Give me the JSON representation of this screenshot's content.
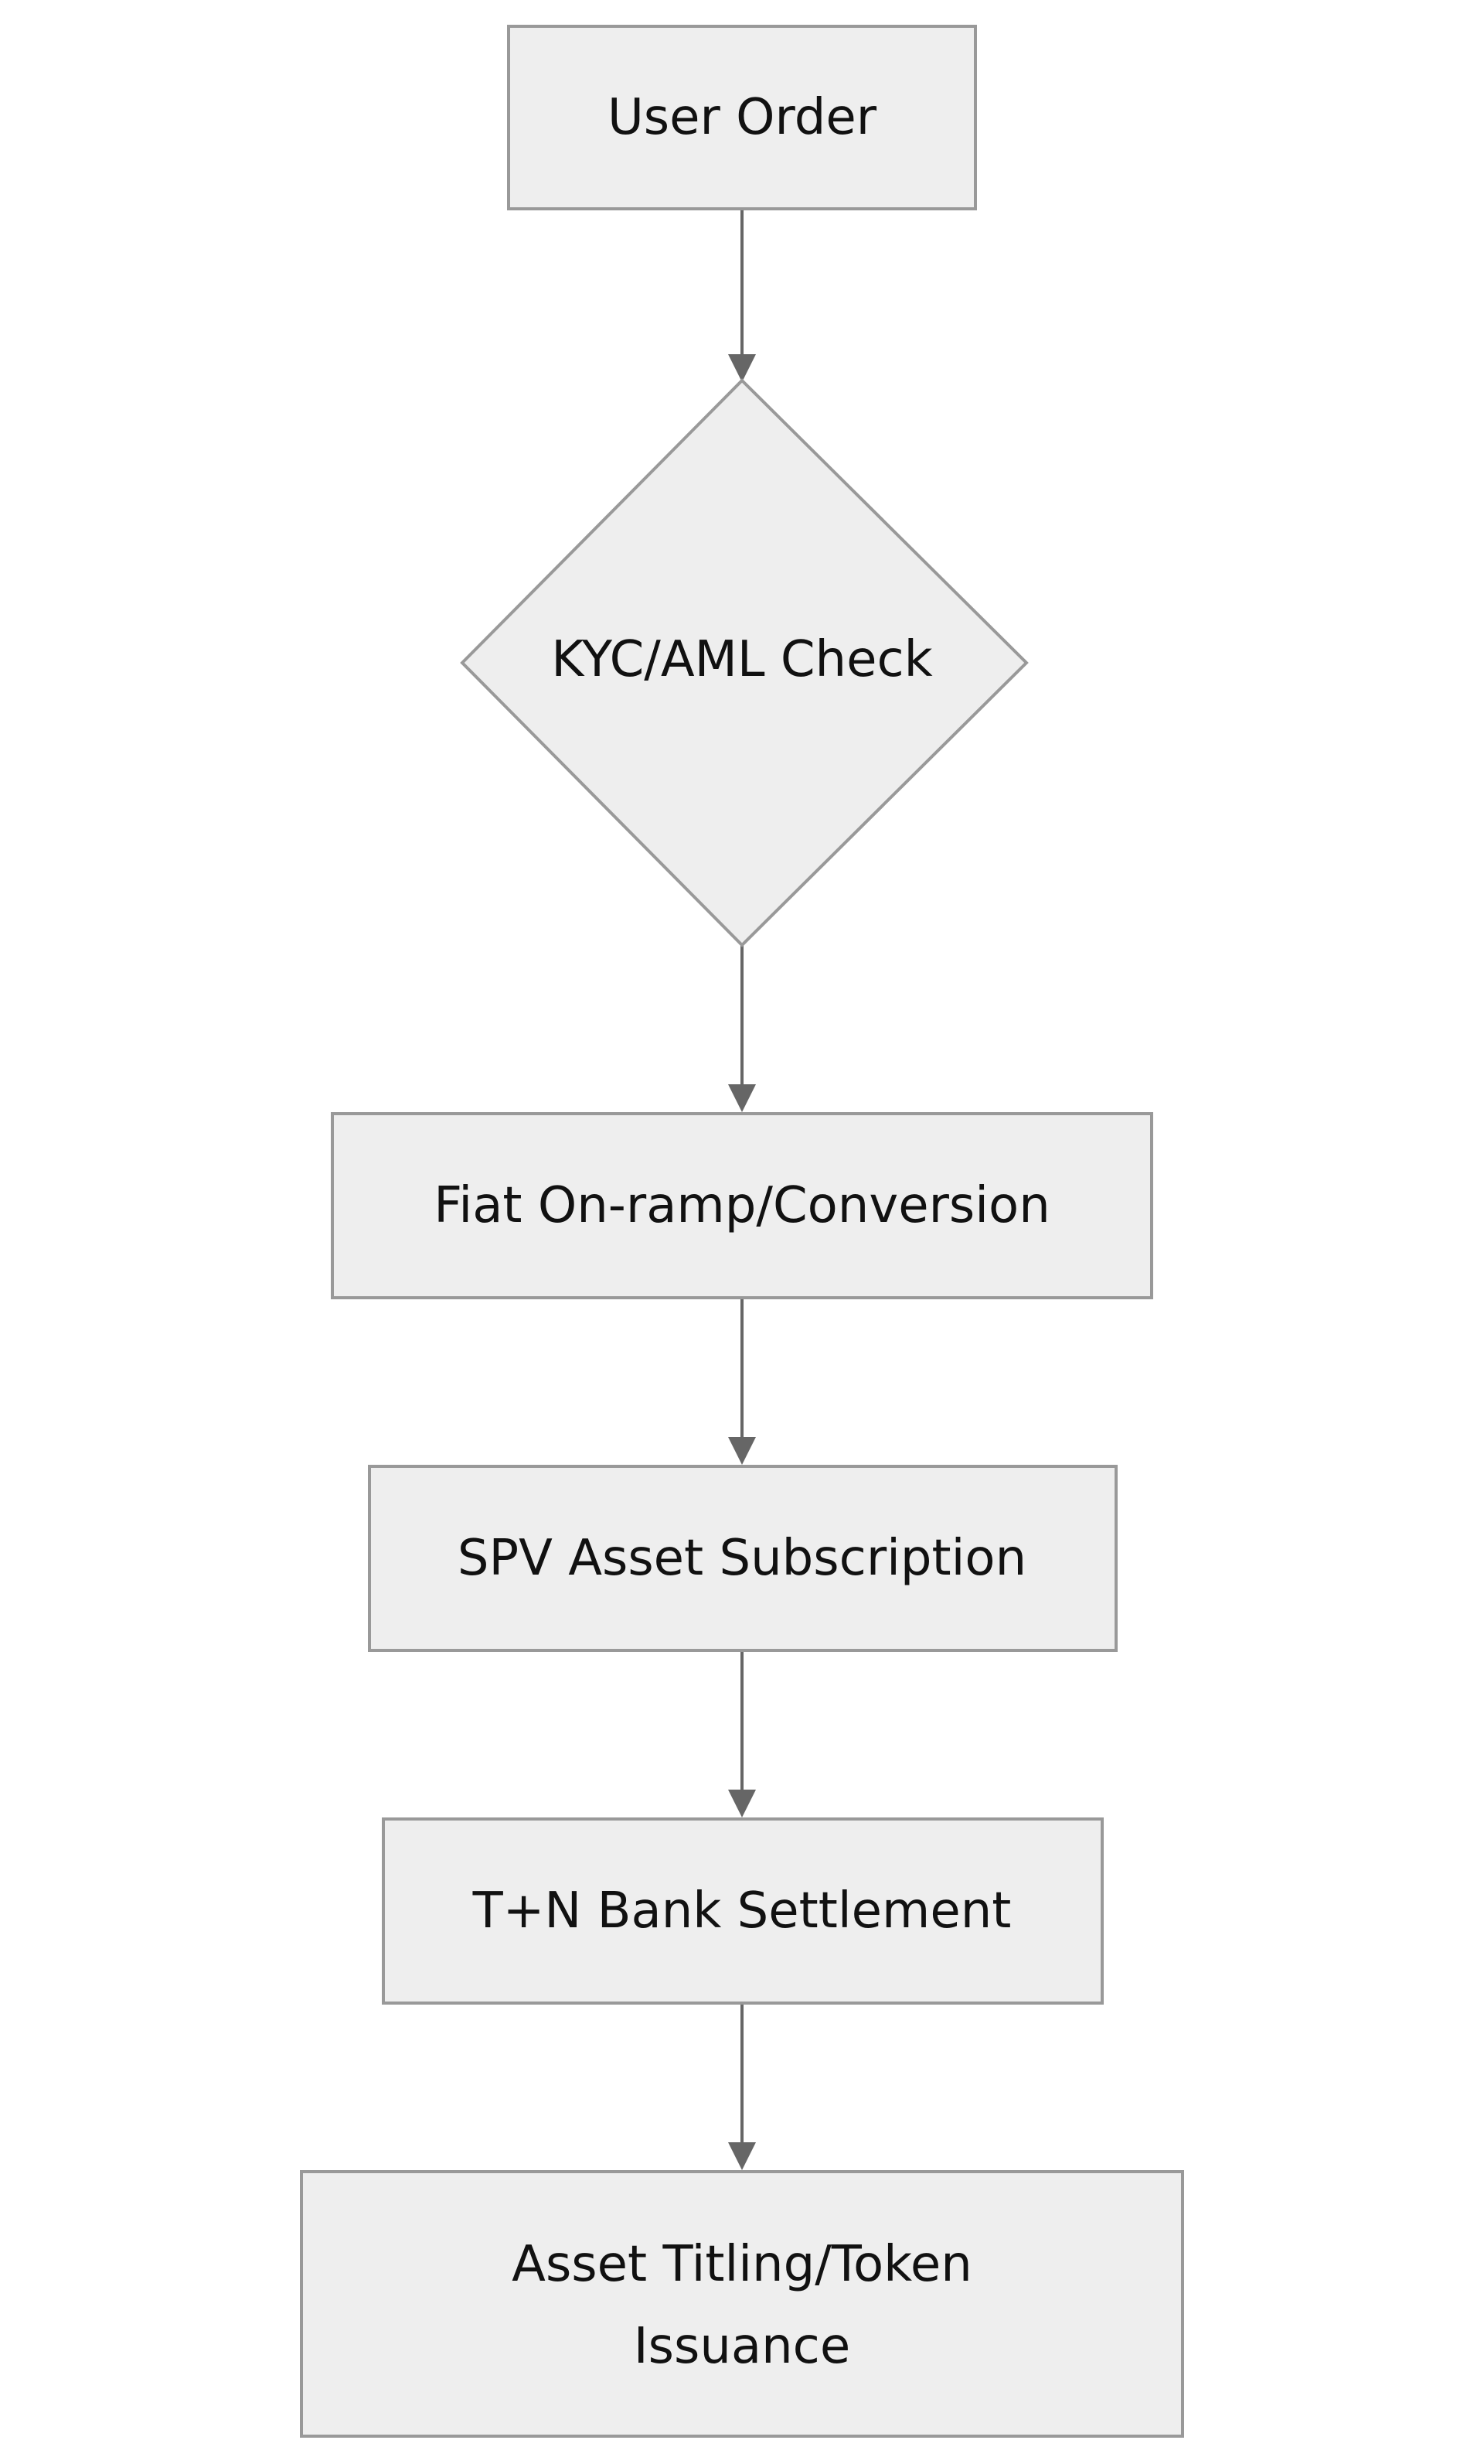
{
  "diagram": {
    "type": "flowchart",
    "direction": "top-to-bottom",
    "colors": {
      "node_fill": "#eeeeee",
      "node_stroke": "#999999",
      "edge": "#666666",
      "text": "#111111"
    },
    "nodes": [
      {
        "id": "user-order",
        "shape": "rect",
        "label": "User Order"
      },
      {
        "id": "kyc-aml-check",
        "shape": "diamond",
        "label": "KYC/AML Check"
      },
      {
        "id": "fiat-onramp",
        "shape": "rect",
        "label": "Fiat On-ramp/Conversion"
      },
      {
        "id": "spv-subscription",
        "shape": "rect",
        "label": "SPV Asset Subscription"
      },
      {
        "id": "bank-settlement",
        "shape": "rect",
        "label": "T+N Bank Settlement"
      },
      {
        "id": "token-issuance",
        "shape": "rect",
        "label_lines": [
          "Asset Titling/Token",
          "Issuance"
        ]
      }
    ],
    "edges": [
      {
        "from": "user-order",
        "to": "kyc-aml-check"
      },
      {
        "from": "kyc-aml-check",
        "to": "fiat-onramp"
      },
      {
        "from": "fiat-onramp",
        "to": "spv-subscription"
      },
      {
        "from": "spv-subscription",
        "to": "bank-settlement"
      },
      {
        "from": "bank-settlement",
        "to": "token-issuance"
      }
    ]
  }
}
